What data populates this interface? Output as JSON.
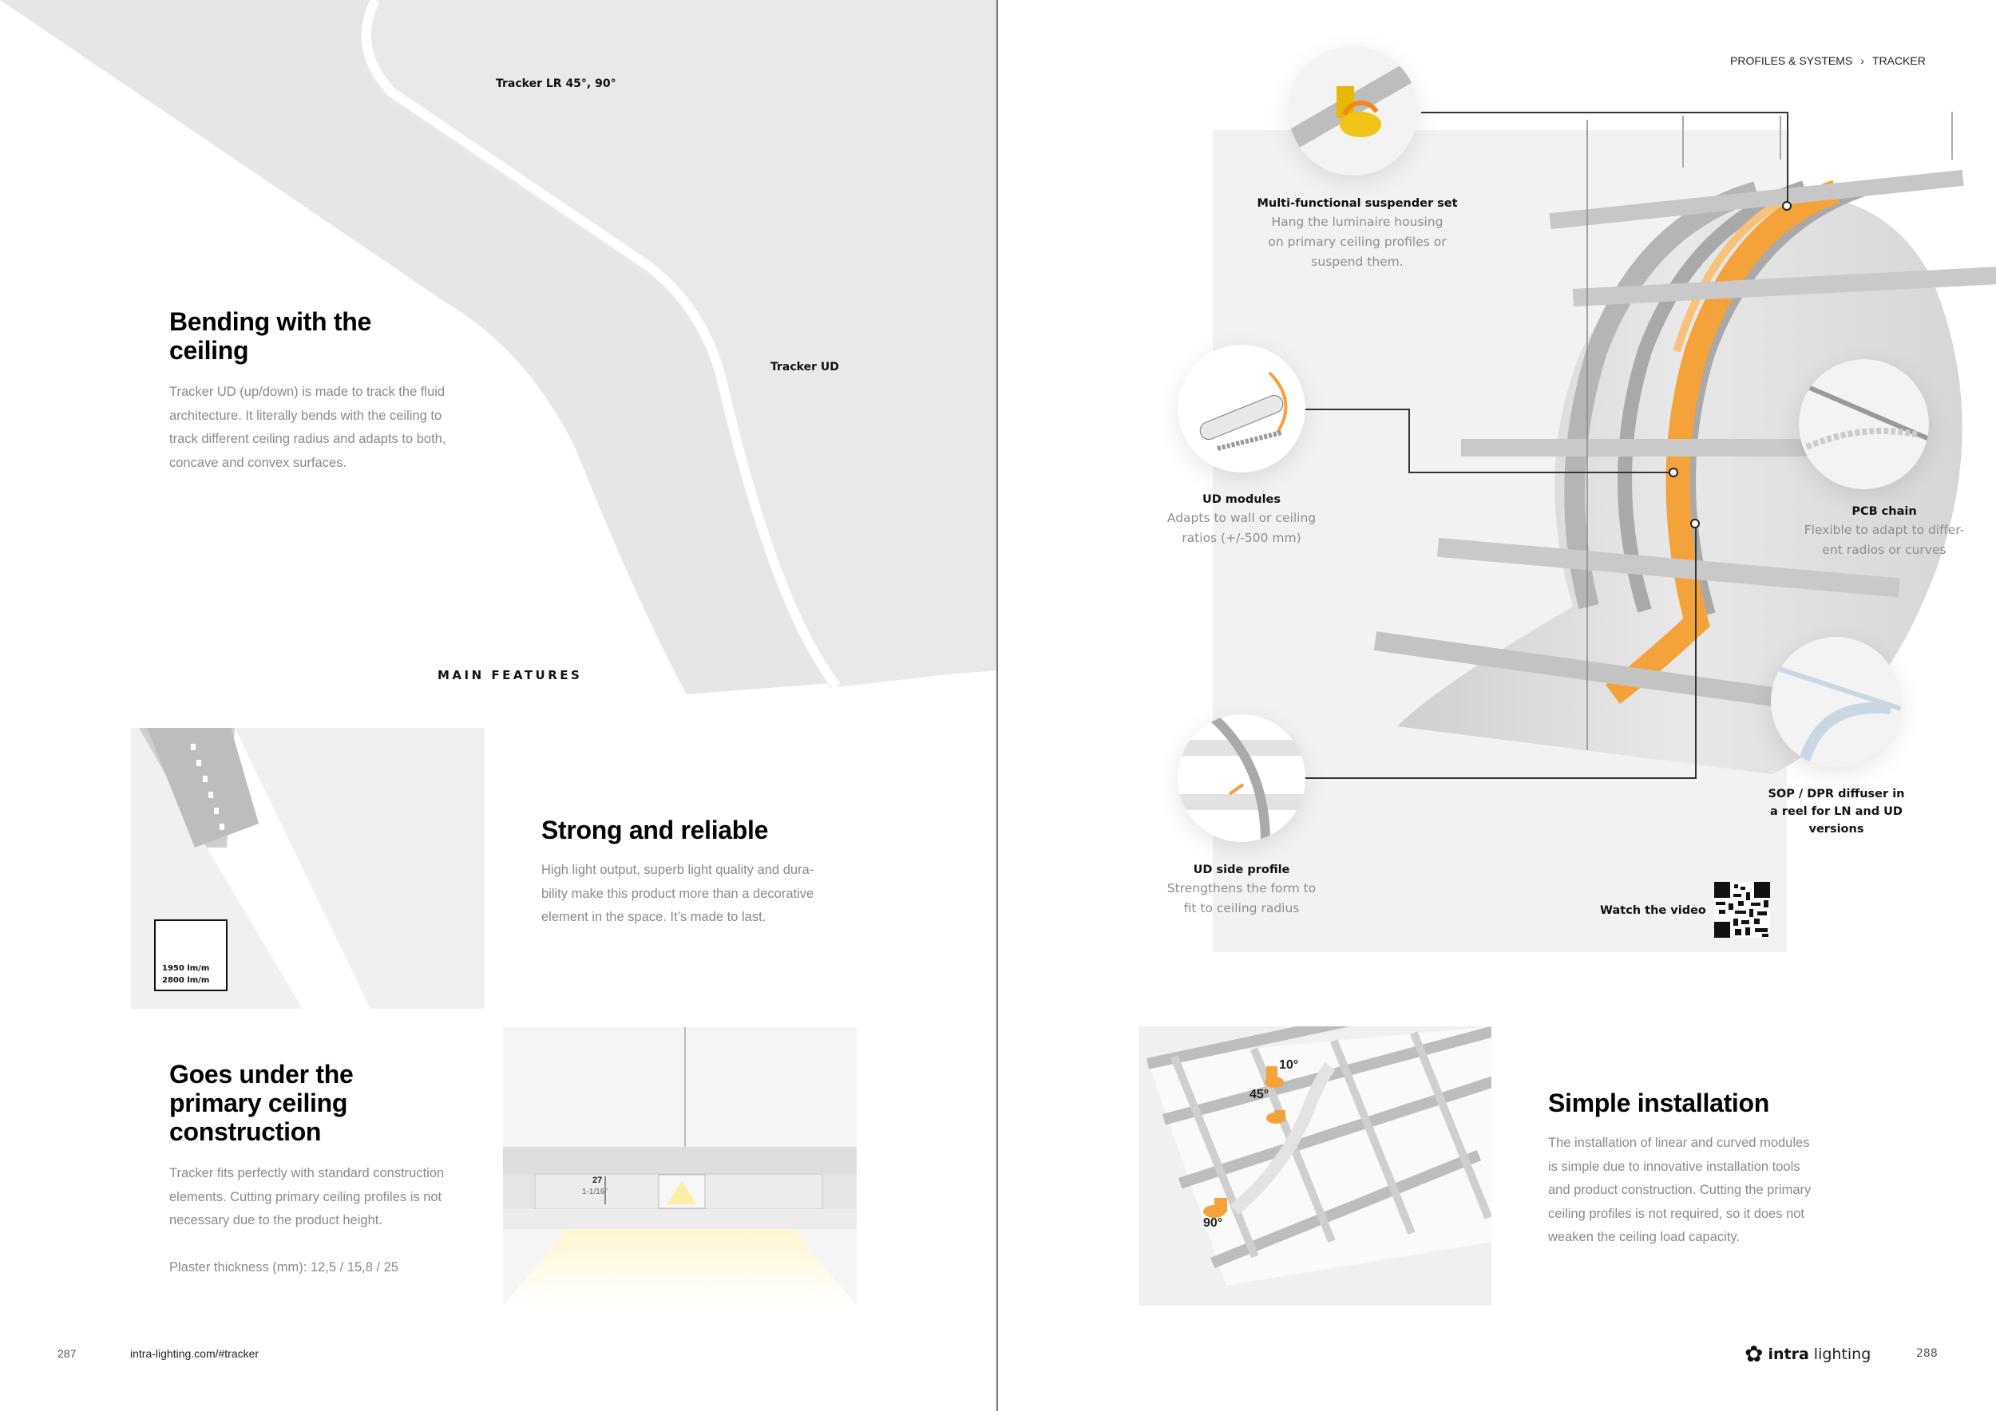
{
  "left_page": {
    "hero": {
      "label_lr": "Tracker LR 45°, 90°",
      "label_ud": "Tracker UD"
    },
    "intro": {
      "heading_lines": [
        "Bending with the",
        "ceiling"
      ],
      "body_lines": [
        "Tracker UD (up/down) is made to track the fluid",
        "architecture. It literally bends with the ceiling to",
        "track different ceiling radius and adapts to both,",
        "concave and convex surfaces."
      ]
    },
    "section_label": "MAIN FEATURES",
    "features": [
      {
        "heading": "Strong and reliable",
        "body_lines": [
          "High light output, superb light quality and dura-",
          "bility make this product more than a decorative",
          "element in the space. It’s made to last."
        ],
        "lumen_badge": [
          "1950 lm/m",
          "2800 lm/m"
        ]
      },
      {
        "heading_lines": [
          "Goes under the",
          "primary ceiling",
          "construction"
        ],
        "body_lines": [
          "Tracker fits perfectly with standard construction",
          "elements. Cutting primary ceiling profiles is not",
          "necessary due to the product height."
        ],
        "plaster": "Plaster thickness (mm): 12,5  / 15,8 / 25",
        "dimension_mm": "27",
        "dimension_in": "1-1/16\""
      }
    ],
    "footer": {
      "page_number": "287",
      "url": "intra-lighting.com/#tracker"
    }
  },
  "right_page": {
    "breadcrumb": {
      "parent": "PROFILES & SYSTEMS",
      "separator_icon": "chevron-right-icon",
      "current": "TRACKER"
    },
    "callouts": [
      {
        "title": "Multi-functional suspender set",
        "text_lines": [
          "Hang the luminaire housing",
          "on primary ceiling profiles or",
          "suspend them."
        ]
      },
      {
        "title": "UD modules",
        "text_lines": [
          "Adapts to wall or ceiling",
          "ratios (+/-500 mm)"
        ]
      },
      {
        "title": "PCB chain",
        "text_lines": [
          "Flexible to adapt to differ-",
          "ent radios or curves"
        ]
      },
      {
        "title_lines": [
          "SOP / DPR diffuser in",
          "a reel for LN and UD",
          "versions"
        ]
      },
      {
        "title": "UD side profile",
        "text_lines": [
          "Strengthens the form to",
          "fit to ceiling radius"
        ]
      }
    ],
    "video": {
      "label": "Watch the video",
      "icon": "qr-code-icon"
    },
    "install": {
      "heading": "Simple installation",
      "body_lines": [
        "The installation of linear and curved modules",
        "is simple due to innovative installation tools",
        "and product construction. Cutting the primary",
        "ceiling profiles is not required, so it does not",
        "weaken the ceiling load capacity."
      ],
      "angles": [
        "10°",
        "45°",
        "90°"
      ]
    },
    "footer": {
      "brand_bold": "intra",
      "brand_light": "lighting",
      "page_number": "288"
    },
    "colors": {
      "accent_orange": "#f4a23a",
      "panel_gray": "#f2f2f2"
    }
  }
}
